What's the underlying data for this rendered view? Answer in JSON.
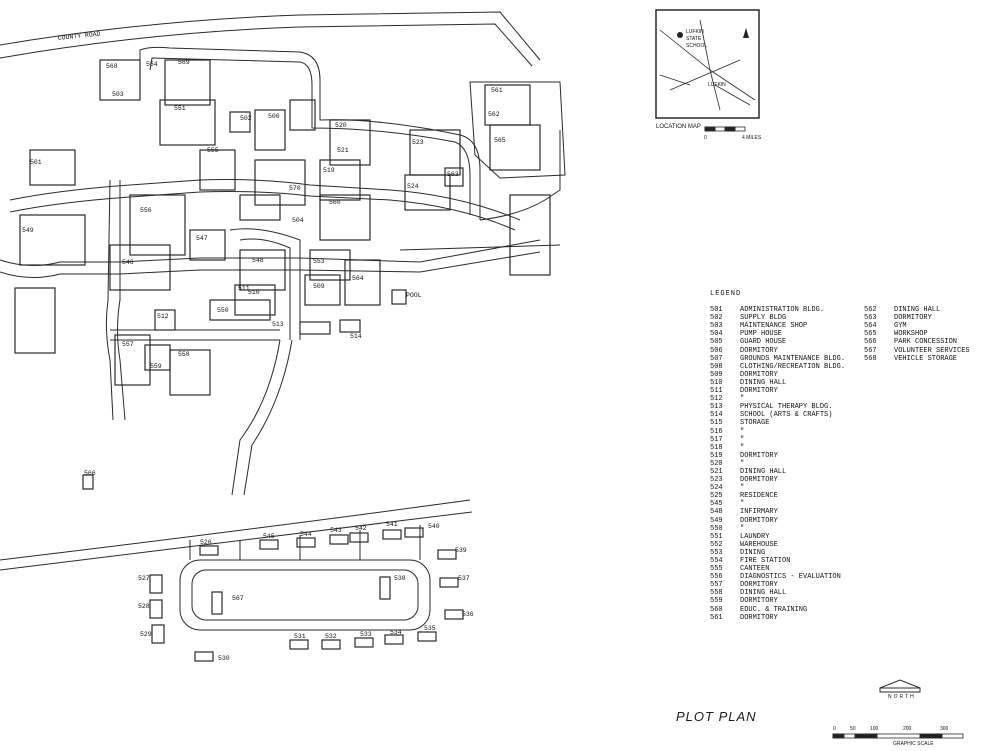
{
  "road_label": "COUNTY ROAD",
  "inset": {
    "caption": "LOCATION MAP",
    "city": "LUFKIN",
    "school": [
      "LUFKIN",
      "STATE",
      "SCHOOL"
    ],
    "scale_zero": "0",
    "scale_end": "4 MILES"
  },
  "legend": {
    "title": "LEGEND",
    "col1": [
      {
        "num": "501",
        "name": "ADMINISTRATION BLDG."
      },
      {
        "num": "502",
        "name": "SUPPLY BLDG"
      },
      {
        "num": "503",
        "name": "MAINTENANCE SHOP"
      },
      {
        "num": "504",
        "name": "PUMP HOUSE"
      },
      {
        "num": "505",
        "name": "GUARD HOUSE"
      },
      {
        "num": "506",
        "name": "DORMITORY"
      },
      {
        "num": "507",
        "name": "GROUNDS MAINTENANCE BLDG."
      },
      {
        "num": "508",
        "name": "CLOTHING/RECREATION BLDG."
      },
      {
        "num": "509",
        "name": "DORMITORY"
      },
      {
        "num": "510",
        "name": "DINING HALL"
      },
      {
        "num": "511",
        "name": "DORMITORY"
      },
      {
        "num": "512",
        "name": "\""
      },
      {
        "num": "513",
        "name": "PHYSICAL THERAPY BLDG."
      },
      {
        "num": "514",
        "name": "SCHOOL (ARTS & CRAFTS)"
      },
      {
        "num": "515",
        "name": "STORAGE"
      },
      {
        "num": "516",
        "name": "\""
      },
      {
        "num": "517",
        "name": "\""
      },
      {
        "num": "518",
        "name": "\""
      },
      {
        "num": "519",
        "name": "DORMITORY"
      },
      {
        "num": "520",
        "name": "\""
      },
      {
        "num": "521",
        "name": "DINING HALL"
      },
      {
        "num": "523",
        "name": "DORMITORY"
      },
      {
        "num": "524",
        "name": "\""
      },
      {
        "num": "525",
        "name": "RESIDENCE"
      },
      {
        "num": "545",
        "name": "\""
      },
      {
        "num": "548",
        "name": "INFIRMARY"
      },
      {
        "num": "549",
        "name": "DORMITORY"
      },
      {
        "num": "550",
        "name": "\""
      },
      {
        "num": "551",
        "name": "LAUNDRY"
      },
      {
        "num": "552",
        "name": "WAREHOUSE"
      },
      {
        "num": "553",
        "name": "DINING"
      },
      {
        "num": "554",
        "name": "FIRE STATION"
      },
      {
        "num": "555",
        "name": "CANTEEN"
      },
      {
        "num": "556",
        "name": "DIAGNOSTICS - EVALUATION"
      },
      {
        "num": "557",
        "name": "DORMITORY"
      },
      {
        "num": "558",
        "name": "DINING HALL"
      },
      {
        "num": "559",
        "name": "DORMITORY"
      },
      {
        "num": "560",
        "name": "EDUC. & TRAINING"
      },
      {
        "num": "561",
        "name": "DORMITORY"
      }
    ],
    "col2": [
      {
        "num": "562",
        "name": "DINING HALL"
      },
      {
        "num": "563",
        "name": "DORMITORY"
      },
      {
        "num": "564",
        "name": "GYM"
      },
      {
        "num": "565",
        "name": "WORKSHOP"
      },
      {
        "num": "566",
        "name": "PARK CONCESSION"
      },
      {
        "num": "567",
        "name": "VOLUNTEER SERVICES"
      },
      {
        "num": "568",
        "name": "VEHICLE STORAGE"
      }
    ]
  },
  "north_label": "NORTH",
  "title": "PLOT PLAN",
  "scale": {
    "ticks": [
      "0",
      "50",
      "100",
      "200",
      "300"
    ],
    "caption": "GRAPHIC SCALE"
  },
  "map_labels": [
    "568",
    "554",
    "503",
    "569",
    "551",
    "506",
    "555",
    "502",
    "570",
    "520",
    "521",
    "519",
    "523",
    "524",
    "563",
    "560",
    "561",
    "562",
    "565",
    "501",
    "556",
    "504",
    "549",
    "546",
    "547",
    "548",
    "510",
    "558",
    "553",
    "564",
    "509",
    "511",
    "550",
    "512",
    "513",
    "557",
    "559",
    "514",
    "POOL",
    "566",
    "526",
    "545",
    "544",
    "543",
    "542",
    "541",
    "540",
    "539",
    "537",
    "527",
    "528",
    "529",
    "567",
    "538",
    "536",
    "531",
    "532",
    "533",
    "534",
    "535",
    "530"
  ]
}
